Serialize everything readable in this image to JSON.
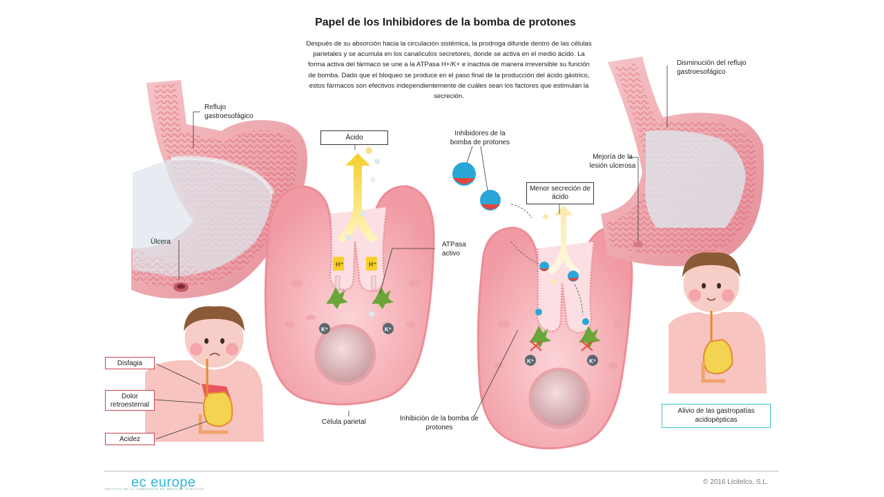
{
  "title": "Papel de los Inhibidores de la bomba de protones",
  "intro": "Después de su absorción hacia la circulación sistémica, la prodroga difunde dentro de las células parietales y se acumula en los canalículos secretores, donde se activa en el medio ácido. La forma activa del fármaco se une a la ATPasa H+/K+ e inactiva de manera irreversible su función de bomba. Dado que el bloqueo se produce en el paso final de la producción del ácido gástrico, estos fármacos son efectivos independientemente de cuáles sean los factores que estimulan la secreción.",
  "labels": {
    "reflujo": "Reflujo gastroesofágico",
    "ulcera": "Úlcera",
    "acido": "Ácido",
    "atpasa": "ATPasa activo",
    "celula": "Célula parietal",
    "ibp": "Inhibidores de la bomba de protones",
    "menor_secrecion": "Menor secreción de ácido",
    "inhibicion": "Inhibición de la bomba de protones",
    "mejora": "Mejoría de la lesión ulcerosa",
    "disminucion": "Disminución del reflujo gastroesofágico",
    "alivio": "Alivio de las gastropatías acidopépticas",
    "hplus": "H⁺",
    "kplus": "K⁺"
  },
  "symptoms": [
    "Disfagia",
    "Dolor retroesternal",
    "Acidez"
  ],
  "footer": {
    "logo": "ec europe",
    "tagline": "POLÍTICA DE LA COMUNIDAD EN MÉDICOS PÚBLICOS",
    "copyright": "© 2016 Licitelco, S.L."
  },
  "colors": {
    "cell_pink": "#f3a7ae",
    "stomach_red": "#d6405a",
    "acid_yellow": "#f7d43a",
    "inhibitor_blue": "#2aa7d6",
    "inhibitor_red": "#e2463b",
    "atpase_green": "#6aa63a",
    "cyan_box": "#38c3d3",
    "red_box": "#c7414f"
  }
}
